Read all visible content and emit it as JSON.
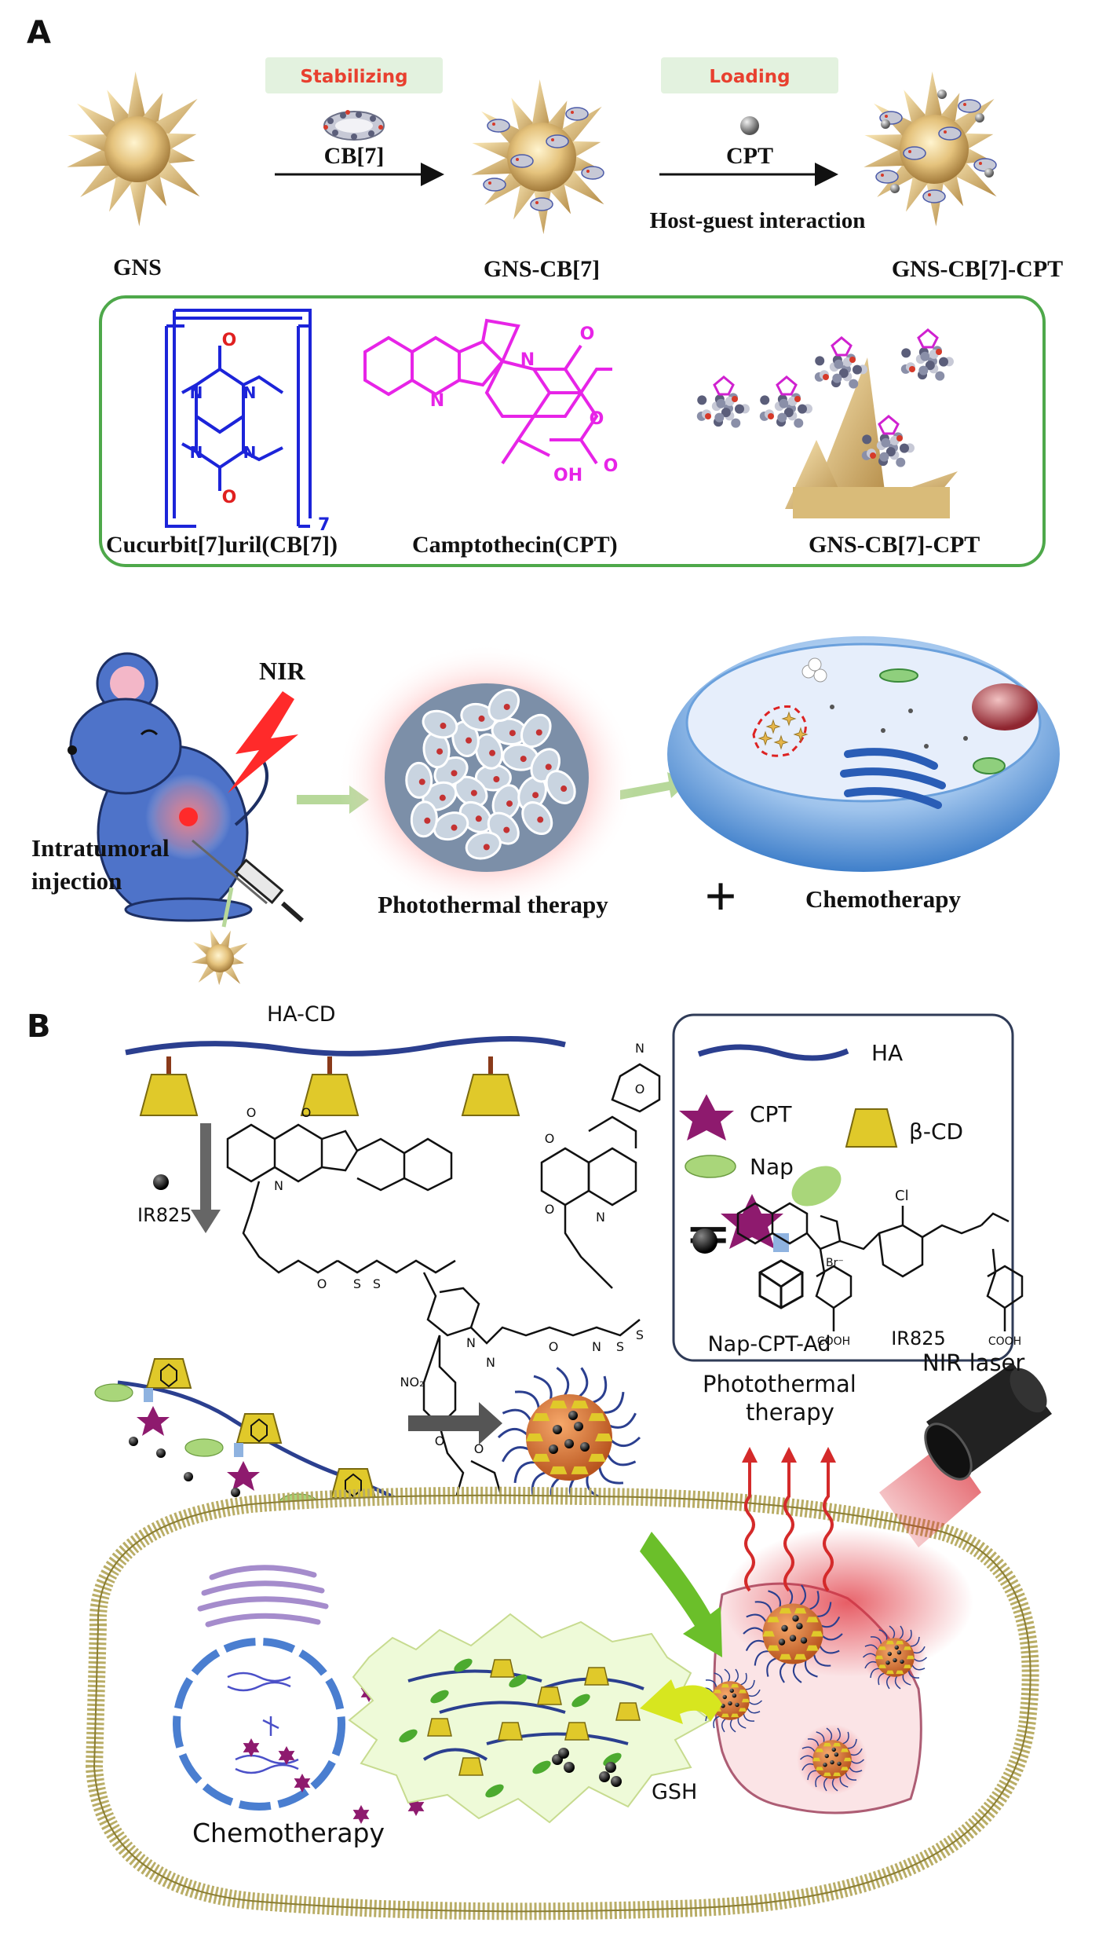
{
  "panel_a": {
    "label": "A",
    "step1_tag": "Stabilizing",
    "step1_reagent": "CB[7]",
    "step2_tag": "Loading",
    "step2_reagent": "CPT",
    "step2_note": "Host-guest interaction",
    "gns": "GNS",
    "gns_cb7": "GNS-CB[7]",
    "gns_cb7_cpt": "GNS-CB[7]-CPT",
    "struct_cb7": "Cucurbit[7]uril(CB[7])",
    "struct_cb7_subscript": "7",
    "struct_cpt": "Camptothecin(CPT)",
    "struct_cpt_oh": "OH",
    "struct_complex": "GNS-CB[7]-CPT",
    "nir": "NIR",
    "injection": [
      "Intratumoral",
      "injection"
    ],
    "ptt": "Photothermal therapy",
    "plus": "+",
    "chemo": "Chemotherapy",
    "tag_color": "#e3f2df",
    "tag_text_color": "#e8402f",
    "box_color": "#4ea84a"
  },
  "panel_b": {
    "label": "B",
    "polymer": "HA-CD",
    "ir825_side": "IR825",
    "equals": "=",
    "prodrug": "Nap-CPT-Ad",
    "legend_ha": "HA",
    "legend_cpt": "CPT",
    "legend_bcd": "β-CD",
    "legend_nap": "Nap",
    "legend_ir825": "IR825",
    "legend_cooh": "COOH",
    "legend_cl": "Cl",
    "legend_br": "Br⁻",
    "ptt_line1": "Photothermal",
    "ptt_line2": "therapy",
    "laser": "NIR laser",
    "gsh": "GSH",
    "chemo": "Chemotherapy",
    "ha_color": "#2b3f8f",
    "cpt_color": "#8e1a6e",
    "cd_color": "#e0c92a",
    "nap_color": "#a9d67a"
  }
}
